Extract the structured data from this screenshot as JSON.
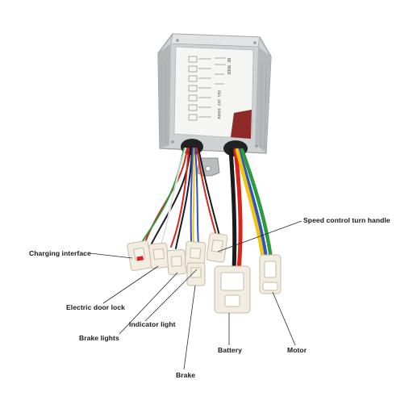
{
  "labels": {
    "speed": "Speed control turn handle",
    "charging": "Charging interface",
    "door_lock": "Electric door lock",
    "brake_lights": "Brake lights",
    "indicator": "Indicator light",
    "battery": "Battery",
    "motor": "Motor",
    "brake": "Brake"
  },
  "controller": {
    "plate_title": "BE MODE",
    "plate_footer": "REG 36V 1000W",
    "housing_color": "#c9ccce",
    "accent_color": "#8e2b27"
  },
  "wire_colors": {
    "red": "#d8241c",
    "black": "#1b1b1b",
    "yellow": "#f2c511",
    "blue": "#2d55c6",
    "green": "#2d9a3f",
    "white": "#f2f2f2",
    "connector": "#f3ece0"
  }
}
